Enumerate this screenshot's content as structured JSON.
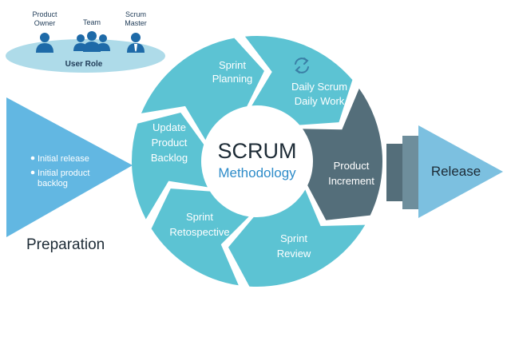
{
  "user_roles": {
    "product_owner": [
      "Product",
      "Owner"
    ],
    "team": "Team",
    "scrum_master": [
      "Scrum",
      "Master"
    ],
    "caption": "User Role"
  },
  "preparation": {
    "bullets": [
      [
        "Initial release"
      ],
      [
        "Initial product",
        "backlog"
      ]
    ],
    "title": "Preparation"
  },
  "cycle": {
    "sprint_planning": [
      "Sprint",
      "Planning"
    ],
    "daily_scrum": [
      "Daily Scrum",
      "Daily Work"
    ],
    "product_increment": [
      "Product",
      "Increment"
    ],
    "sprint_review": [
      "Sprint",
      "Review"
    ],
    "sprint_retrospective": [
      "Sprint",
      "Retospective"
    ],
    "update_backlog": [
      "Update",
      "Product",
      "Backlog"
    ]
  },
  "center": {
    "title": "SCRUM",
    "subtitle": "Methodology"
  },
  "release": {
    "label": "Release"
  },
  "colors": {
    "segment": "#5cc3d3",
    "increment": "#546e7a",
    "preparation": "#62b7e2",
    "release": "#7cc0e0",
    "methodology": "#2e8cc9",
    "user_role_ellipse": "#aedbe9",
    "person": "#1e6aa8"
  },
  "icons": {
    "refresh": "refresh-icon",
    "person": "person-icon"
  }
}
